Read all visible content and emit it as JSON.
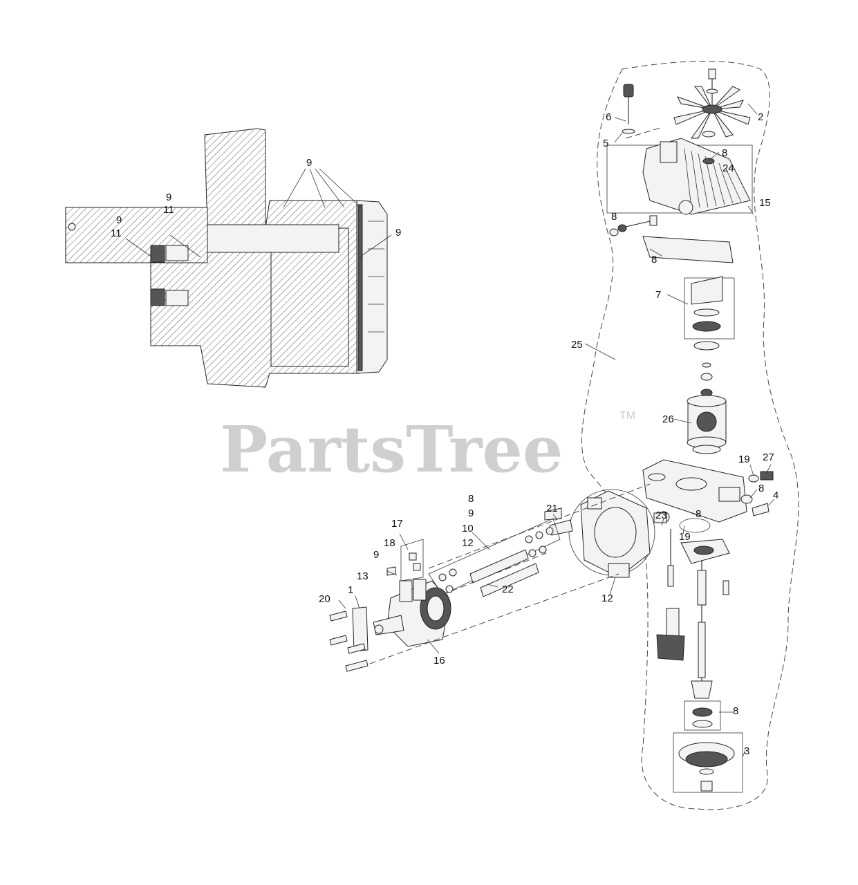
{
  "watermark": {
    "text": "PartsTree",
    "trademark": "TM"
  },
  "callouts": {
    "c_9_top": "9",
    "c_9_left_a": "9",
    "c_11_left_a": "11",
    "c_9_left_b": "9",
    "c_11_left_b": "11",
    "c_9_right": "9",
    "c_6": "6",
    "c_5": "5",
    "c_2": "2",
    "c_8_top": "8",
    "c_24": "24",
    "c_15": "15",
    "c_8_cover_a": "8",
    "c_8_cover_b": "8",
    "c_7": "7",
    "c_25": "25",
    "c_26": "26",
    "c_19_top": "19",
    "c_27": "27",
    "c_8_side": "8",
    "c_4": "4",
    "c_8_mid": "8",
    "c_23": "23",
    "c_19_mid": "19",
    "c_21": "21",
    "c_8_stack": "8",
    "c_9_stack": "9",
    "c_10_stack": "10",
    "c_12_stack": "12",
    "c_17": "17",
    "c_18": "18",
    "c_9_valve": "9",
    "c_13": "13",
    "c_20": "20",
    "c_1": "1",
    "c_22": "22",
    "c_12_housing": "12",
    "c_16": "16",
    "c_8_bottom": "8",
    "c_3": "3"
  }
}
